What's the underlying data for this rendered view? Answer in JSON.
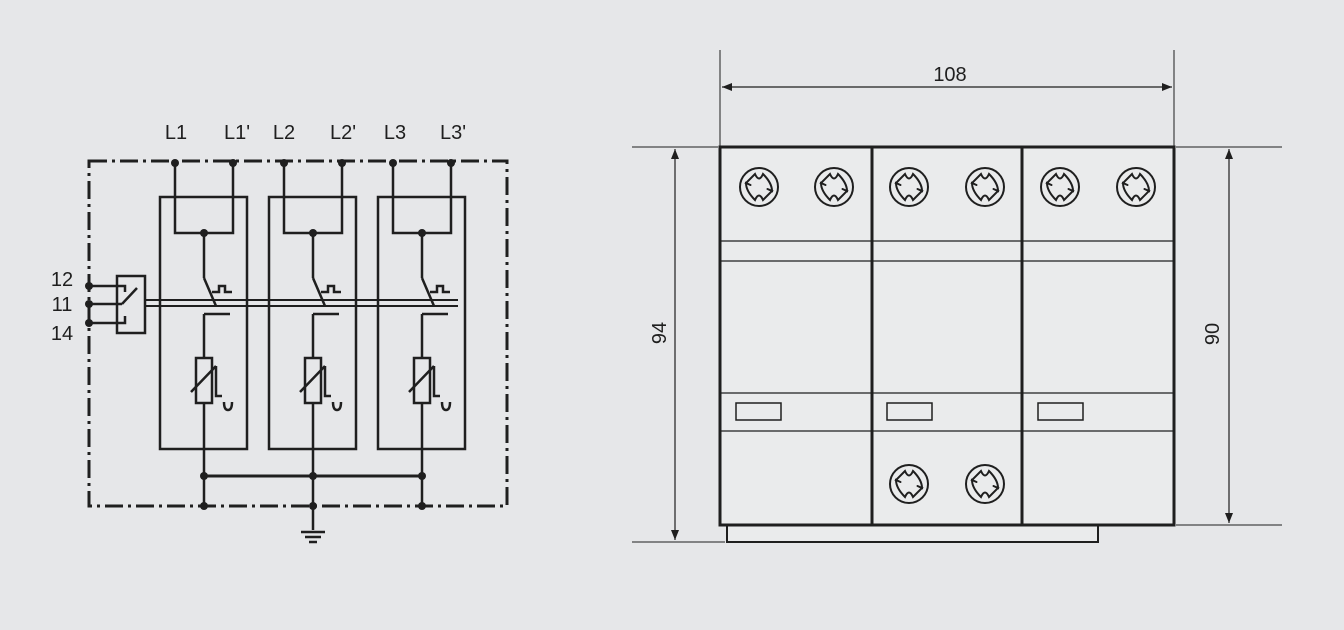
{
  "schematic": {
    "terminals": [
      "L1",
      "L1'",
      "L2",
      "L2'",
      "L3",
      "L3'"
    ],
    "contacts": [
      "12",
      "11",
      "14"
    ]
  },
  "dimensions": {
    "width": "108",
    "height_overall": "94",
    "height_body": "90"
  },
  "colors": {
    "background": "#e6e7e9",
    "line": "#1f1f1f",
    "panel": "#eaebec"
  }
}
